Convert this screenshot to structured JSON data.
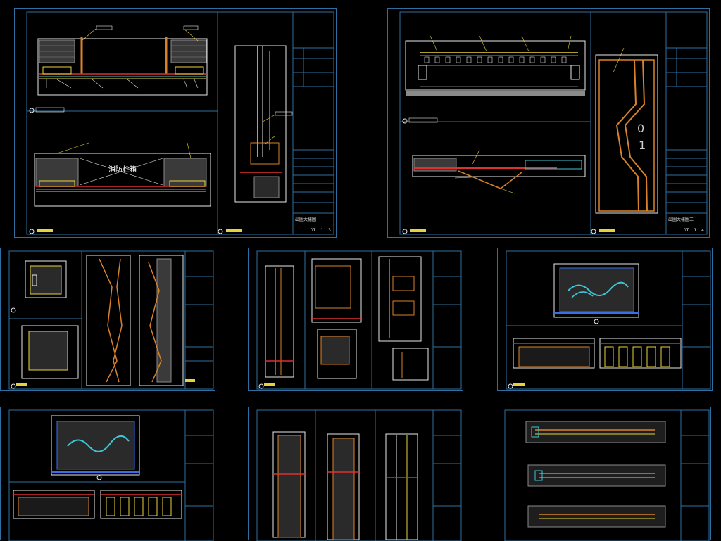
{
  "sheets": {
    "s1": {
      "sheet_number": "DT. 1. 3",
      "title_block_text": "出圖大樣圖一",
      "box_label": "消防栓箱"
    },
    "s2": {
      "sheet_number": "DT. 1. 4",
      "title_block_text": "出圖大樣圖三",
      "panel_marks": [
        "0",
        "1"
      ]
    }
  },
  "colors": {
    "background": "#000000",
    "frame": "#2f6fa0",
    "yellow": "#e8d23a",
    "orange": "#d9822b",
    "red": "#e03030",
    "cyan": "#3fc6d6",
    "white": "#e8e8e8",
    "green": "#56c24a",
    "blue": "#3a6ee8",
    "hatch": "#8a8a8a"
  }
}
